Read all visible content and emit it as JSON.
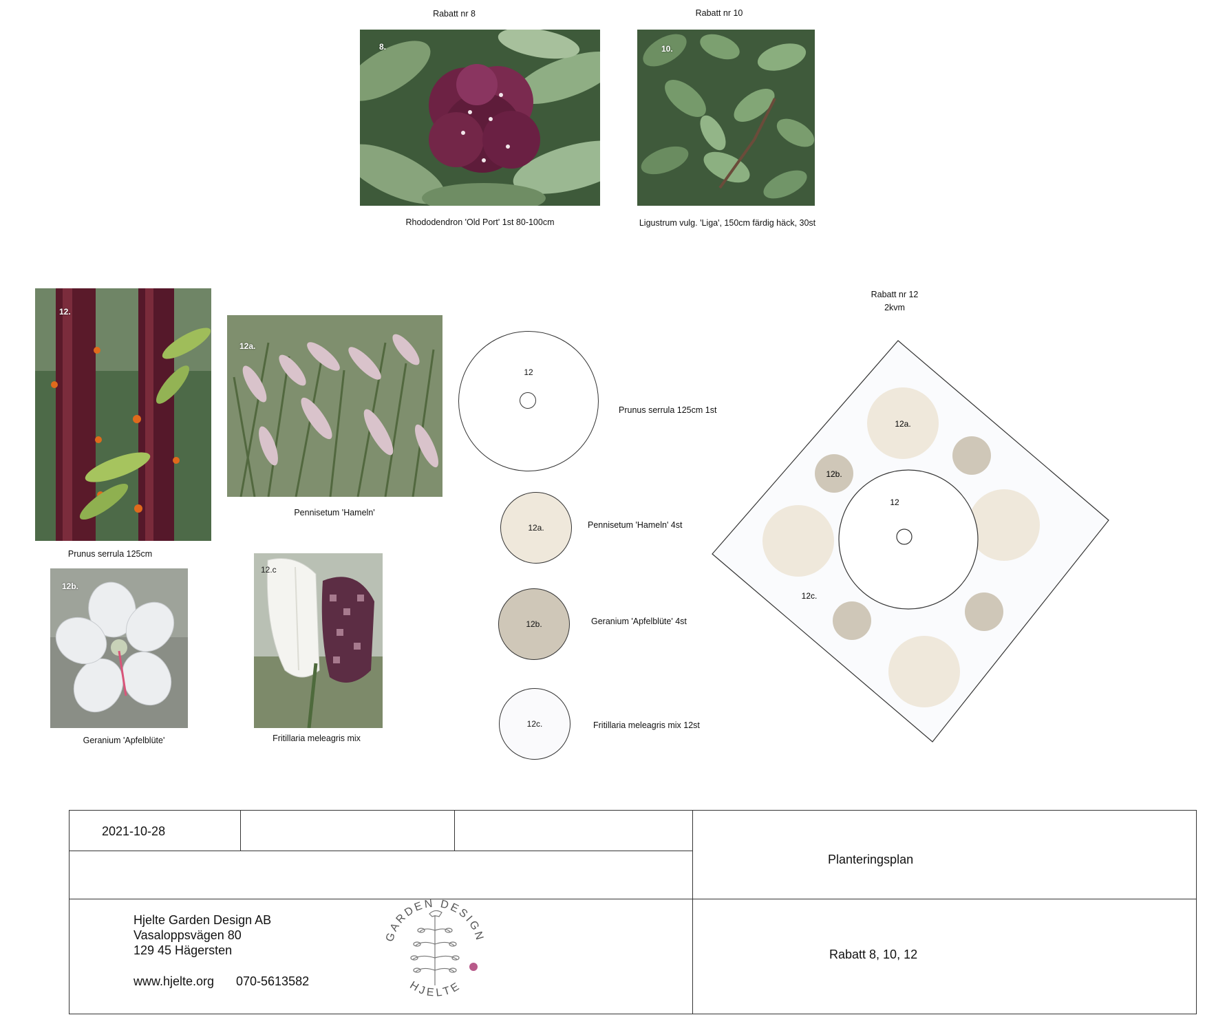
{
  "top": {
    "rabatt8_title": "Rabatt nr 8",
    "rabatt10_title": "Rabatt nr 10",
    "photo8_tag": "8.",
    "photo10_tag": "10.",
    "rhodo_caption": "Rhododendron 'Old Port' 1st 80-100cm",
    "ligustrum_caption": "Ligustrum vulg. 'Liga', 150cm färdig häck, 30st"
  },
  "photos": {
    "prunus_tag": "12.",
    "prunus_caption": "Prunus serrula 125cm",
    "penn_tag": "12a.",
    "penn_caption": "Pennisetum 'Hameln'",
    "geranium_tag": "12b.",
    "geranium_caption": "Geranium 'Apfelblüte'",
    "frit_tag": "12.c",
    "frit_caption": "Fritillaria meleagris mix"
  },
  "legend": {
    "tree_label": "12",
    "tree_desc": "Prunus serrula 125cm 1st",
    "a_label": "12a.",
    "a_desc": "Pennisetum 'Hameln' 4st",
    "b_label": "12b.",
    "b_desc": "Geranium 'Apfelblüte' 4st",
    "c_label": "12c.",
    "c_desc": "Fritillaria meleagris mix 12st"
  },
  "plan": {
    "title": "Rabatt nr 12",
    "area": "2kvm",
    "label_12a": "12a.",
    "label_12b": "12b.",
    "label_12": "12",
    "label_12c": "12c."
  },
  "colors": {
    "pennisetum_fill": "#efe8db",
    "geranium_fill": "#cfc7b8",
    "fritillaria_fill": "#fafafc",
    "outline": "#333333"
  },
  "title_block": {
    "date": "2021-10-28",
    "plan_type": "Planteringsplan",
    "company": "Hjelte Garden Design AB",
    "street": "Vasaloppsvägen 80",
    "city": "129 45 Hägersten",
    "website": "www.hjelte.org",
    "phone": "070-5613582",
    "logo_top": "GARDEN DESIGN",
    "logo_bottom": "HJELTE",
    "drawing_name": "Rabatt 8, 10, 12"
  }
}
